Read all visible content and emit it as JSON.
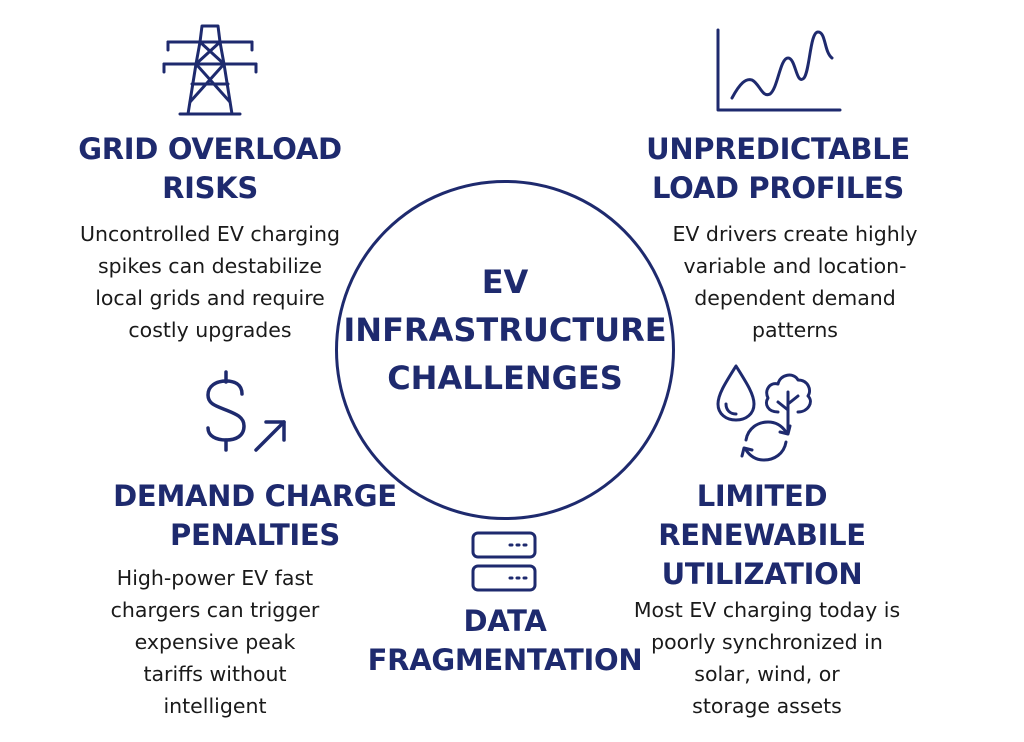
{
  "center": {
    "lines": [
      "EV",
      "INFRASTRUCTURE",
      "CHALLENGES"
    ]
  },
  "grid_overload": {
    "icon": "power-tower-icon",
    "title": [
      "GRID OVERLOAD",
      "RISKS"
    ],
    "desc": [
      "Uncontrolled EV charging",
      "spikes can destabilize",
      "local grids and require",
      "costly upgrades"
    ]
  },
  "load_profiles": {
    "icon": "line-chart-icon",
    "title": [
      "UNPREDICTABLE",
      "LOAD PROFILES"
    ],
    "desc": [
      "EV drivers create highly",
      "variable and location-",
      "dependent demand",
      "patterns"
    ]
  },
  "demand_charge": {
    "icon": "dollar-arrow-icon",
    "title": [
      "DEMAND CHARGE",
      "PENALTIES"
    ],
    "desc": [
      "High-power EV fast",
      "chargers can trigger",
      "expensive peak",
      "tariffs without",
      "intelligent"
    ]
  },
  "data_fragmentation": {
    "icon": "server-icon",
    "title": [
      "DATA",
      "FRAGMENTATION"
    ]
  },
  "renewable": {
    "icon": "water-tree-cycle-icon",
    "title": [
      "LIMITED",
      "RENEWABILE",
      "UTILIZATION"
    ],
    "desc": [
      "Most EV charging today is",
      "poorly synchronized in",
      "solar, wind, or",
      "storage assets"
    ]
  },
  "colors": {
    "primary": "#1e2a6e",
    "text": "#1a1a1a",
    "background": "#ffffff"
  }
}
